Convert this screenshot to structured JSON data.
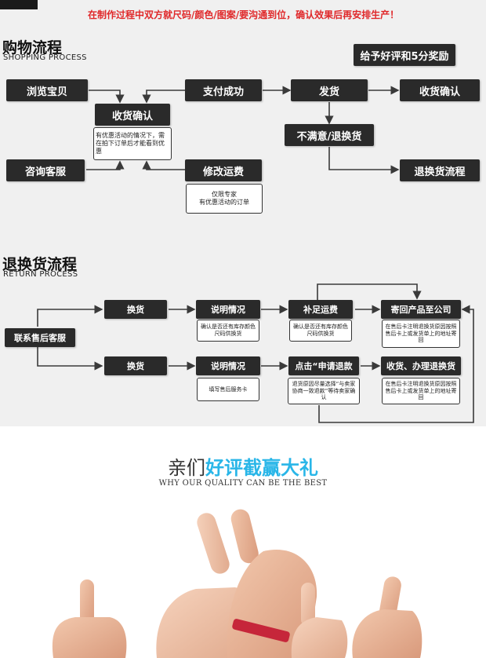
{
  "colors": {
    "banner_red": "#e0282a",
    "box_dark": "#2a2a2a",
    "diagram_bg": "#f0f0f0",
    "accent_blue": "#29b6e8"
  },
  "top_notice": "在制作过程中双方就尺码/颜色/图案/要沟通到位，确认效果后再安排生产！",
  "shopping": {
    "title": "购物流程",
    "subtitle": "SHOPPING PROCESS",
    "reward_badge": "给予好评和5分奖励",
    "browse": "浏览宝贝",
    "confirm_receipt_mid": "收货确认",
    "note_promo": "有优惠活动的情况下，需在拍下订单后才能看到优惠",
    "consult": "咨询客服",
    "pay_success": "支付成功",
    "ship": "发货",
    "confirm_receipt_right": "收货确认",
    "unsatisfied": "不满意/退换货",
    "return_process": "退换货流程",
    "modify_shipping": "修改运费",
    "note_vip_line1": "仅限专家",
    "note_vip_line2": "有优惠活动的订单"
  },
  "returns": {
    "title": "退换货流程",
    "subtitle": "RETURN PROCESS",
    "contact": "联系售后客服",
    "exchange_top": "换货",
    "explain_top": "说明情况",
    "note_stock_1": "确认是否还有库存颜色尺码供换货",
    "add_shipping": "补足运费",
    "note_stock_2": "确认是否还有库存颜色尺码供换货",
    "send_back": "寄回产品至公司",
    "note_card_1": "在售后卡注明退换货原因按照售后卡上或发货单上的地址寄回",
    "exchange_bottom": "换货",
    "explain_bottom": "说明情况",
    "note_service_card": "填写售后服务卡",
    "apply_refund": "点击“申请退款",
    "note_refund": "退货原因尽量选择“与卖家协商一致退款”等待卖家确认",
    "receive_refund": "收货、办理退换货",
    "note_card_2": "在售后卡注明退换货原因按照售后卡上或发货单上的地址寄回"
  },
  "promo": {
    "heading_prefix": "亲们",
    "heading_highlight": "好评截赢大礼",
    "tagline": "WHY OUR QUALITY CAN BE THE BEST"
  }
}
